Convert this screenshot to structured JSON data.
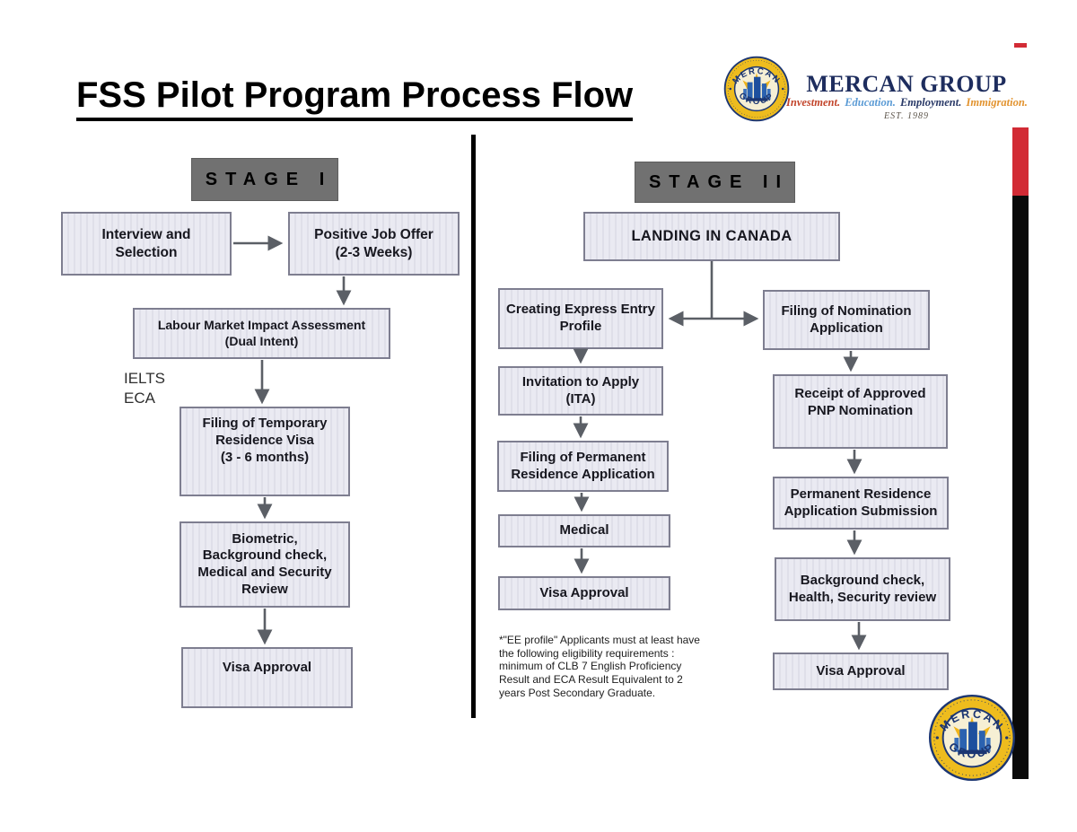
{
  "title": "FSS Pilot Program Process Flow",
  "brand": {
    "name": "MERCAN GROUP",
    "tagline": [
      {
        "text": "Investment.",
        "color": "#c2442a"
      },
      {
        "text": "Education.",
        "color": "#5b9bd5"
      },
      {
        "text": "Employment.",
        "color": "#2a3a68"
      },
      {
        "text": "Immigration.",
        "color": "#e2932f"
      }
    ],
    "established": "EST. 1989",
    "logo": {
      "arc_top": "MERCAN",
      "arc_bottom": "GROUP"
    }
  },
  "stage1": {
    "label": "STAGE I",
    "side_note": "IELTS\nECA",
    "nodes": {
      "interview": "Interview and\nSelection",
      "job_offer": "Positive Job Offer\n(2-3 Weeks)",
      "lmia": "Labour Market Impact Assessment\n(Dual Intent)",
      "trv": "Filing of Temporary\nResidence Visa\n(3 - 6 months)",
      "biometric": "Biometric,\nBackground check,\nMedical and Security\nReview",
      "visa": "Visa Approval"
    }
  },
  "stage2": {
    "label": "STAGE II",
    "landing": "LANDING IN CANADA",
    "left": {
      "ee_profile": "Creating Express Entry\nProfile",
      "ita": "Invitation to Apply\n(ITA)",
      "pr_filing": "Filing of Permanent\nResidence Application",
      "medical": "Medical",
      "visa": "Visa Approval"
    },
    "right": {
      "nomination": "Filing of Nomination\nApplication",
      "receipt": "Receipt of Approved\nPNP Nomination",
      "pr_submission": "Permanent Residence\nApplication Submission",
      "background": "Background check,\nHealth, Security review",
      "visa": "Visa Approval"
    },
    "footnote": "*\"EE profile\" Applicants must at least have\nthe following eligibility requirements :\nminimum of CLB 7 English Proficiency\nResult and ECA Result Equivalent to 2\nyears Post Secondary Graduate."
  },
  "colors": {
    "box_fill": "#eaeaf2",
    "box_border": "#7e7e90",
    "box_text": "#17171f",
    "stage_header_fill": "#717171",
    "arrow": "#5b5f66",
    "divider": "#000000",
    "accent_red": "#d22b35",
    "accent_black": "#0a0a0a",
    "brand_navy": "#1e2d5e",
    "logo_gold": "#eebc1e"
  }
}
